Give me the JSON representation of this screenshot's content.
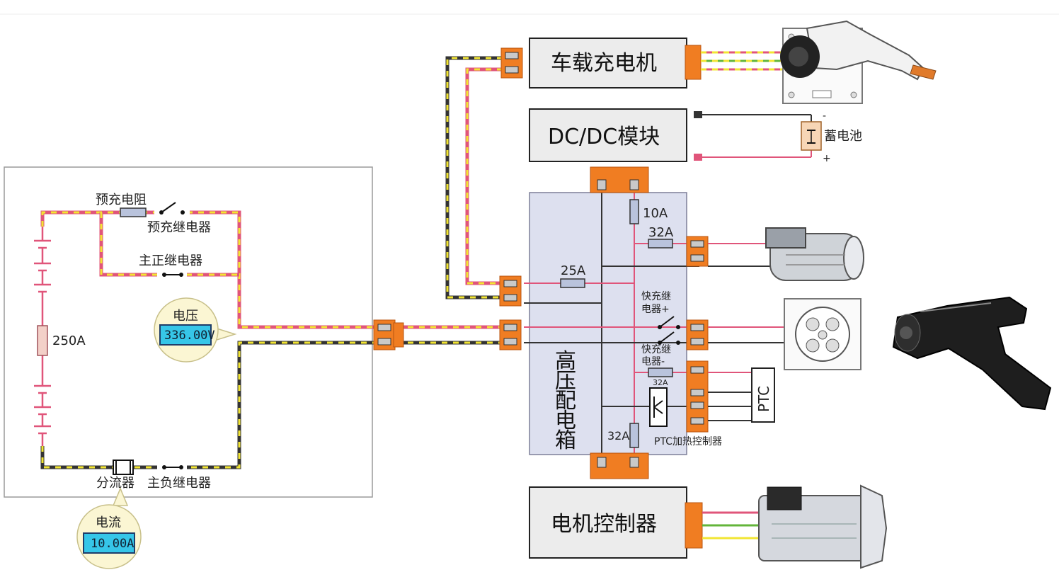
{
  "modules": {
    "obc": "车载充电机",
    "dcdc": "DC/DC模块",
    "motor_ctrl": "电机控制器",
    "hv_box": [
      "高",
      "压",
      "配",
      "电",
      "箱"
    ]
  },
  "battery_pack": {
    "precharge_resistor": "预充电阻",
    "precharge_relay": "预充继电器",
    "main_pos_relay": "主正继电器",
    "fuse": "250A",
    "shunt": "分流器",
    "main_neg_relay": "主负继电器",
    "voltage_label": "电压",
    "voltage_value": "336.00V",
    "current_label": "电流",
    "current_value": "10.00A"
  },
  "lv_battery": {
    "label": "蓄电池",
    "minus": "-",
    "plus": "+"
  },
  "hv_box_parts": {
    "fuse_10a": "10A",
    "fuse_32a_top": "32A",
    "fuse_25a": "25A",
    "fast_pos_relay_line1": "快充继",
    "fast_pos_relay_line2": "电器+",
    "fast_neg_relay_line1": "快充继",
    "fast_neg_relay_line2": "电器-",
    "fuse_32a_small": "32A",
    "fuse_32a_bottom": "32A",
    "ptc_controller": "PTC加热控制器",
    "ptc": "PTC"
  },
  "colors": {
    "hv_positive": "#e0557a",
    "hv_negative": "#333333",
    "shield_yellow": "#f2e533",
    "connector_orange": "#f07d22",
    "hv_box_fill": "#dde0ef",
    "lcd_fill": "#36c6e8",
    "bubble_fill": "#fbf6d3"
  },
  "icons": [
    "ac-charge-gun-icon",
    "ac-inlet-icon",
    "compressor-icon",
    "dc-inlet-icon",
    "dc-charge-gun-icon",
    "drive-motor-icon"
  ]
}
